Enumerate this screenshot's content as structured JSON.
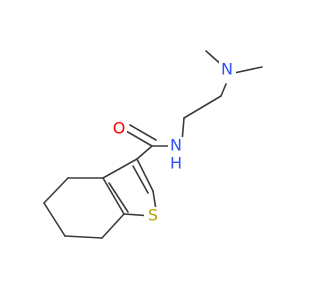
{
  "molecule": {
    "atoms": {
      "oxygen": "O",
      "nitrogen_amide": "N",
      "hydrogen_amide": "H",
      "nitrogen_amine": "N",
      "sulfur": "S"
    },
    "colors": {
      "bond": "#3b3b3b",
      "oxygen": "#ff0000",
      "nitrogen": "#3050f8",
      "sulfur": "#b8a000",
      "background": "#ffffff"
    }
  }
}
